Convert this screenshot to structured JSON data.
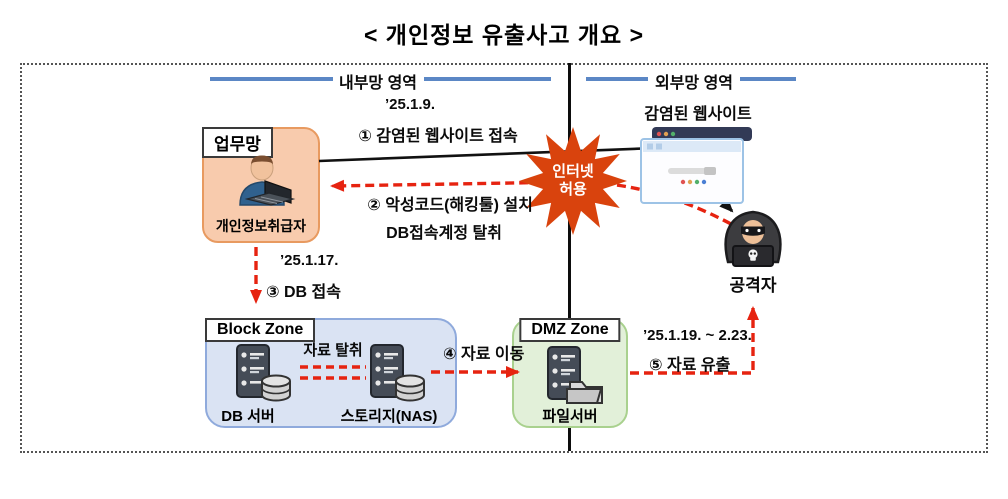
{
  "title": "< 개인정보 유출사고 개요 >",
  "zones": {
    "internal": "내부망 영역",
    "external": "외부망 영역"
  },
  "work_network": {
    "tag": "업무망",
    "person": "개인정보취급자"
  },
  "infected_site_label": "감염된 웹사이트",
  "attacker_label": "공격자",
  "starburst": {
    "line1": "인터넷",
    "line2": "허용"
  },
  "steps": {
    "s1_date": "’25.1.9.",
    "s1": "① 감염된 웹사이트 접속",
    "s2_line1": "② 악성코드(해킹툴) 설치",
    "s2_line2": "DB접속계정 탈취",
    "s3_date": "’25.1.17.",
    "s3": "③ DB 접속",
    "s4": "④ 자료 이동",
    "s5_date": "’25.1.19. ~ 2.23.",
    "s5": "⑤ 자료 유출",
    "exfil_between_servers": "자료 탈취"
  },
  "block_zone": {
    "tag": "Block Zone",
    "db_server": "DB 서버",
    "storage": "스토리지(NAS)"
  },
  "dmz_zone": {
    "tag": "DMZ Zone",
    "file_server": "파일서버"
  },
  "colors": {
    "accent_red": "#e62310",
    "starburst": "#d9430d",
    "zone_header_blue": "#5b87c5",
    "work_box_fill": "#f8cbad",
    "work_box_border": "#e89a60",
    "block_zone_fill": "#dae3f3",
    "block_zone_border": "#8faadc",
    "dmz_zone_fill": "#e2f0d9",
    "dmz_zone_border": "#a9d18e"
  }
}
